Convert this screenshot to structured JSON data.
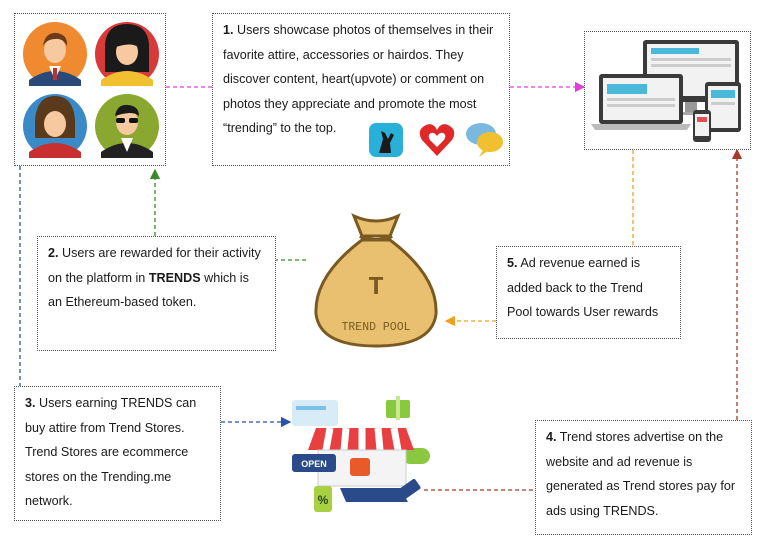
{
  "steps": {
    "s1": {
      "num": "1.",
      "text": "Users showcase photos of themselves in their favorite attire, accessories or hairdos. They discover content, heart(upvote) or comment on photos they appreciate and promote the most “trending” to the top."
    },
    "s2": {
      "num": "2.",
      "pre": "Users are rewarded for their activity on the platform in",
      "bold": "TRENDS",
      "post": "which is an Ethereum-based token."
    },
    "s3": {
      "num": "3.",
      "text": "Users earning TRENDS can buy attire from Trend Stores. Trend Stores are ecommerce stores on the Trending.me network."
    },
    "s4": {
      "num": "4.",
      "text": "Trend stores advertise on the website and ad revenue is generated as Trend stores pay for ads using TRENDS."
    },
    "s5": {
      "num": "5.",
      "text": "Ad revenue earned is added back to the Trend Pool towards User rewards"
    }
  },
  "pool": {
    "letter": "T",
    "label": "TREND POOL"
  },
  "store": {
    "open_sign": "OPEN",
    "tag": "%"
  },
  "colors": {
    "pink": "#e040d8",
    "green": "#3a8a2a",
    "blue": "#2a52a8",
    "red": "#a83a28",
    "orange": "#f0a020",
    "bag": "#e8c070",
    "bag_dark": "#7a5a20"
  },
  "icons": [
    "avatars-grid-icon",
    "devices-icon",
    "money-bag-icon",
    "storefront-icon",
    "social-app-icon",
    "heart-icon",
    "chat-icon"
  ]
}
